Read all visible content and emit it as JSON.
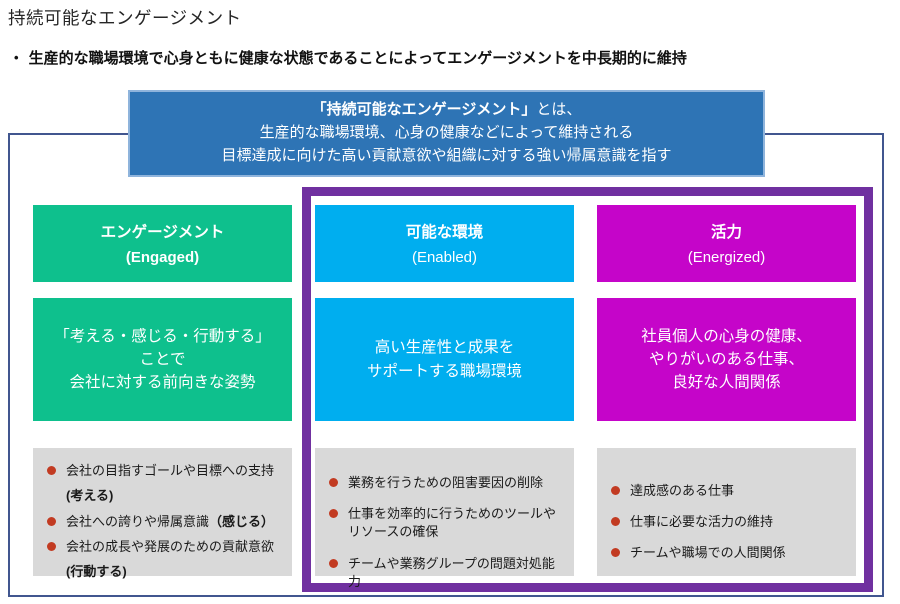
{
  "page": {
    "title": "持続可能なエンゲージメント",
    "bullet_marker": "•",
    "subtitle": "生産的な職場環境で心身ともに健康な状態であることによってエンゲージメントを中長期的に維持"
  },
  "definition": {
    "line1_bold": "「持続可能なエンゲージメント」",
    "line1_tail": "とは、",
    "line2": "生産的な職場環境、心身の健康などによって維持される",
    "line3": "目標達成に向けた高い貢献意欲や組織に対する強い帰属意識を指す"
  },
  "columns": [
    {
      "key": "engaged",
      "header": {
        "title": "エンゲージメント",
        "subtitle": "(Engaged)"
      },
      "body": {
        "line1": "「考える・感じる・行動する」",
        "line2": "ことで",
        "line3": "会社に対する前向きな姿勢"
      },
      "items": [
        {
          "text": "会社の目指すゴールや目標への支持",
          "bold": "(考える)"
        },
        {
          "text": "会社への誇りや帰属意識",
          "bold": "（感じる）"
        },
        {
          "text": "会社の成長や発展のための貢献意欲",
          "bold": "(行動する)"
        }
      ]
    },
    {
      "key": "enabled",
      "header": {
        "title": "可能な環境",
        "subtitle": "(Enabled)"
      },
      "body": {
        "line1": "高い生産性と成果を",
        "line2": "サポートする職場環境",
        "line3": ""
      },
      "items": [
        {
          "text": "業務を行うための阻害要因の削除",
          "bold": ""
        },
        {
          "text": "仕事を効率的に行うためのツールやリソースの確保",
          "bold": ""
        },
        {
          "text": "チームや業務グループの問題対処能力",
          "bold": ""
        }
      ]
    },
    {
      "key": "energized",
      "header": {
        "title": "活力",
        "subtitle": "(Energized)"
      },
      "body": {
        "line1": "社員個人の心身の健康、",
        "line2": "やりがいのある仕事、",
        "line3": "良好な人間関係"
      },
      "items": [
        {
          "text": "達成感のある仕事",
          "bold": ""
        },
        {
          "text": "仕事に必要な活力の維持",
          "bold": ""
        },
        {
          "text": "チームや職場での人間関係",
          "bold": ""
        }
      ]
    }
  ],
  "colors": {
    "engaged_green": "#0EC08D",
    "enabled_cyan": "#00AEEF",
    "energized_magenta": "#C505C9",
    "definition_blue": "#2E74B5",
    "definition_border": "#8FB4DC",
    "outer_frame_border": "#41568F",
    "purple_frame_border": "#7030A0",
    "panel_gray": "#D9D9D9",
    "bullet_dot_red": "#C23B22"
  }
}
